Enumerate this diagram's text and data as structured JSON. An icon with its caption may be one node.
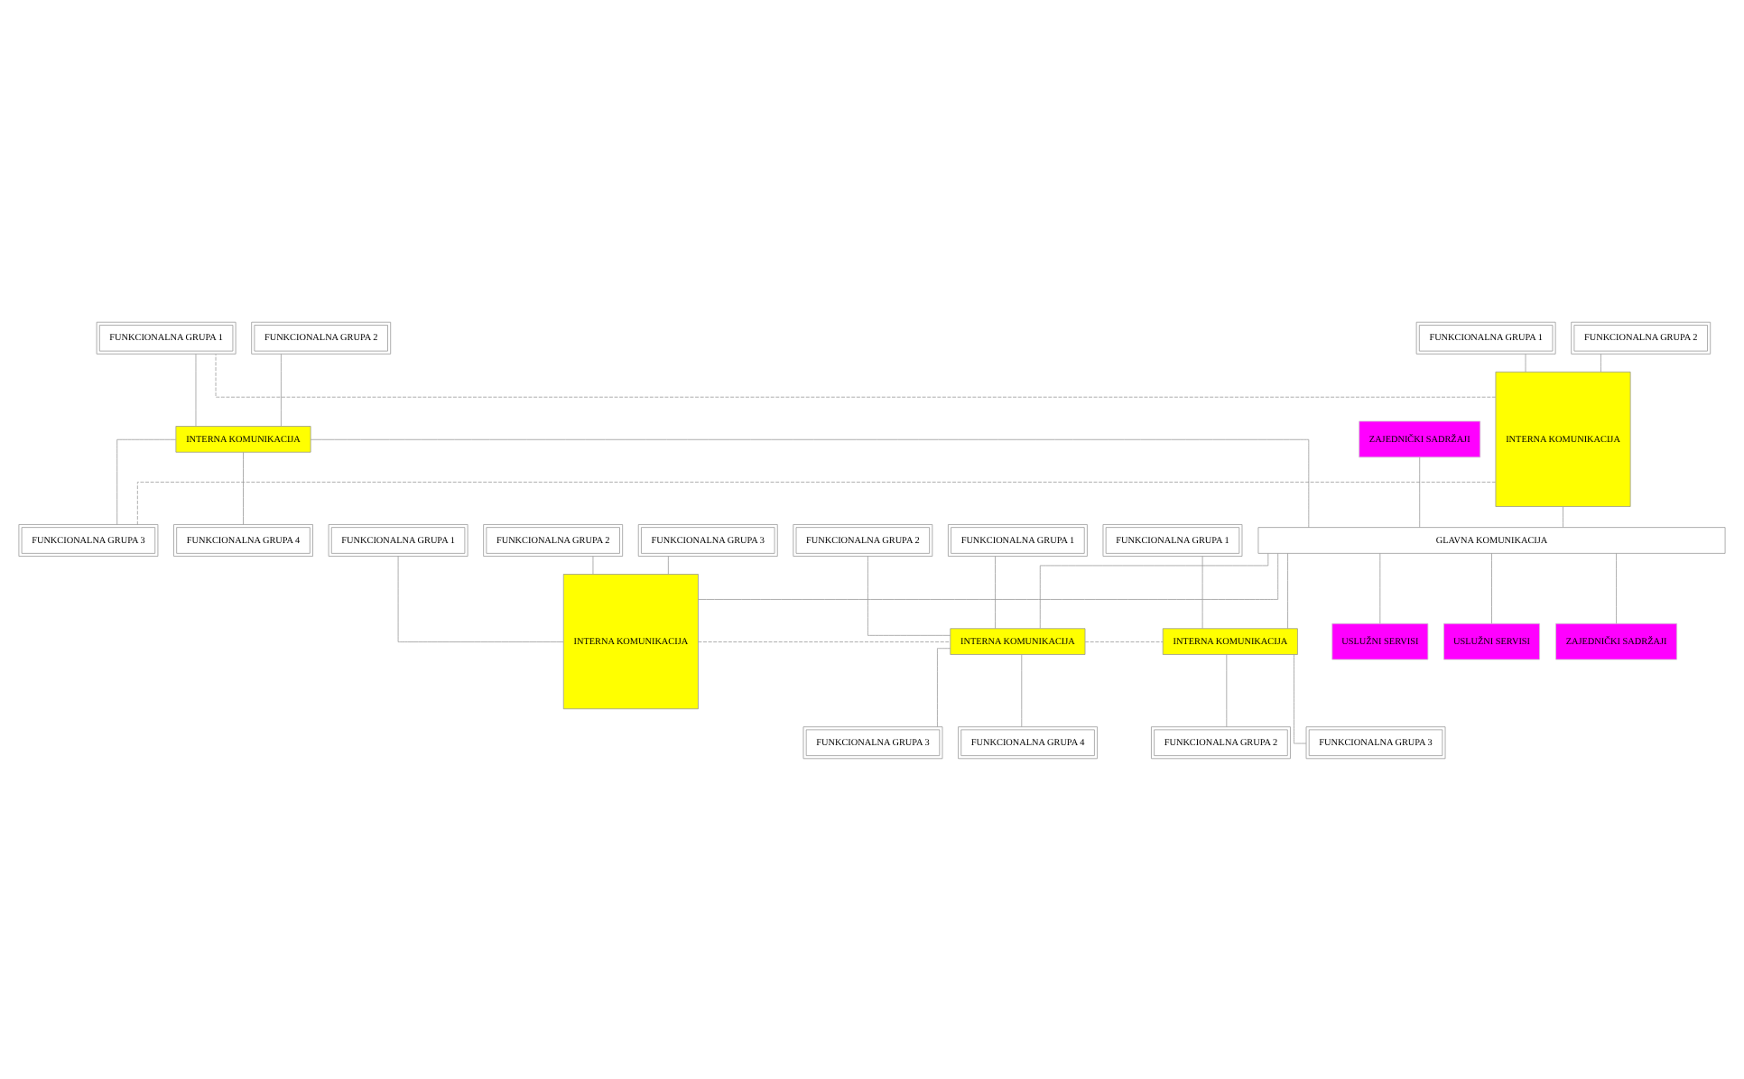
{
  "diagram": {
    "nodes": [
      {
        "text": [
          "INTERNA KOMUNIKACIJA"
        ]
      },
      {
        "text": [
          "FUNKCIONALNA GRUPA 1"
        ]
      },
      {
        "text": [
          "FUNKCIONALNA GRUPA 2"
        ]
      },
      {
        "text": [
          "FUNKCIONALNA GRUPA 1"
        ]
      },
      {
        "text": [
          "FUNKCIONALNA GRUPA 2"
        ]
      },
      {
        "text": [
          "INTERNA KOMUNIKACIJA"
        ]
      },
      {
        "text": [
          "FUNKCIONALNA GRUPA 3"
        ]
      },
      {
        "text": [
          "FUNKCIONALNA GRUPA 4"
        ]
      },
      {
        "text": [
          "ZAJEDNIČKI SADRŽAJI"
        ]
      },
      {
        "text": [
          "GLAVNA KOMUNIKACIJA"
        ]
      },
      {
        "text": [
          "INTERNA KOMUNIKACIJA"
        ]
      },
      {
        "text": [
          "FUNKCIONALNA GRUPA 1"
        ]
      },
      {
        "text": [
          "FUNKCIONALNA GRUPA 2"
        ]
      },
      {
        "text": [
          "FUNKCIONALNA GRUPA 3"
        ]
      },
      {
        "text": [
          "USLUŽNI SERVISI"
        ]
      },
      {
        "text": [
          "USLUŽNI SERVISI"
        ]
      },
      {
        "text": [
          "ZAJEDNIČKI SADRŽAJI"
        ]
      },
      {
        "text": [
          "FUNKCIONALNA GRUPA 1"
        ]
      },
      {
        "text": [
          "FUNKCIONALNA GRUPA 2"
        ]
      },
      {
        "text": [
          "FUNKCIONALNA GRUPA 1"
        ]
      },
      {
        "text": [
          "INTERNA KOMUNIKACIJA"
        ]
      },
      {
        "text": [
          "INTERNA KOMUNIKACIJA"
        ]
      },
      {
        "text": [
          "FUNKCIONALNA GRUPA 3"
        ]
      },
      {
        "text": [
          "FUNKCIONALNA GRUPA 4"
        ]
      },
      {
        "text": [
          "FUNKCIONALNA GRUPA 2"
        ]
      },
      {
        "text": [
          "FUNKCIONALNA GRUPA 3"
        ]
      }
    ],
    "edges": [
      {
        "from": 1,
        "to": 0,
        "arrow": "none"
      },
      {
        "from": 2,
        "to": 0,
        "arrow": "none"
      },
      {
        "from": 0,
        "to": 3,
        "arrow": "none",
        "style": "dashed"
      },
      {
        "from": 0,
        "to": 6,
        "arrow": "none",
        "style": "dashed"
      },
      {
        "from": 3,
        "to": 5,
        "arrow": "none"
      },
      {
        "from": 4,
        "to": 5,
        "arrow": "none"
      },
      {
        "from": 5,
        "to": 6,
        "arrow": "none"
      },
      {
        "from": 5,
        "to": 7,
        "arrow": "none"
      },
      {
        "from": 0,
        "to": 9,
        "arrow": "none"
      },
      {
        "from": 5,
        "to": 9,
        "arrow": "none"
      },
      {
        "from": 8,
        "to": 9,
        "arrow": "none"
      },
      {
        "from": 9,
        "to": 10,
        "arrow": "none"
      },
      {
        "from": 9,
        "to": 14,
        "arrow": "none"
      },
      {
        "from": 9,
        "to": 20,
        "arrow": "none"
      },
      {
        "from": 9,
        "to": 15,
        "arrow": "none"
      },
      {
        "from": 9,
        "to": 16,
        "arrow": "none"
      },
      {
        "from": 9,
        "to": 21,
        "arrow": "none"
      },
      {
        "from": 11,
        "to": 10,
        "arrow": "none"
      },
      {
        "from": 12,
        "to": 10,
        "arrow": "none"
      },
      {
        "from": 13,
        "to": 10,
        "arrow": "none"
      },
      {
        "from": 10,
        "to": 20,
        "arrow": "none",
        "style": "dashed"
      },
      {
        "from": 20,
        "to": 21,
        "arrow": "none",
        "style": "dashed"
      },
      {
        "from": 17,
        "to": 20,
        "arrow": "none"
      },
      {
        "from": 18,
        "to": 20,
        "arrow": "none"
      },
      {
        "from": 20,
        "to": 22,
        "arrow": "none"
      },
      {
        "from": 20,
        "to": 23,
        "arrow": "none"
      },
      {
        "from": 19,
        "to": 21,
        "arrow": "none"
      },
      {
        "from": 21,
        "to": 24,
        "arrow": "none"
      },
      {
        "from": 21,
        "to": 25,
        "arrow": "none"
      }
    ]
  }
}
